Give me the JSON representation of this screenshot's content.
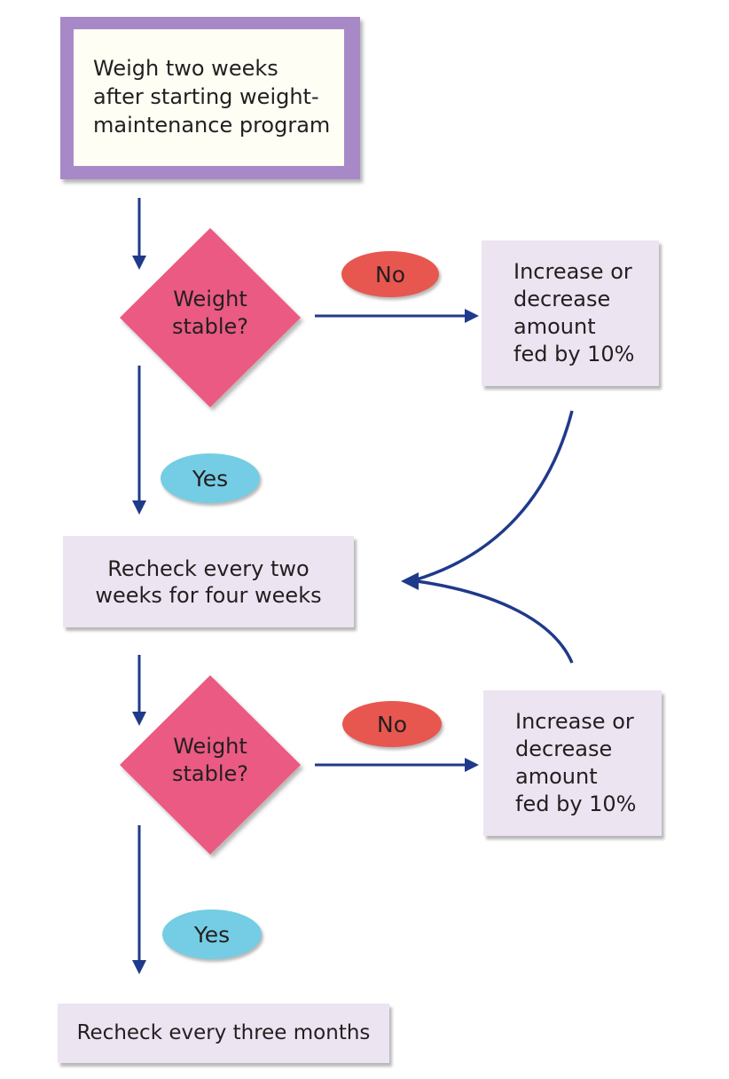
{
  "colors": {
    "start_border": "#a889c8",
    "start_fill": "#fefef4",
    "process_fill": "#ece4f1",
    "decision_fill": "#ea5a83",
    "no_pill": "#e8574f",
    "yes_pill": "#74cde4",
    "arrow": "#1f3a8a"
  },
  "nodes": {
    "start": "Weigh two weeks\nafter starting weight-\nmaintenance program",
    "decision1": "Weight\nstable?",
    "adjust1": "Increase or\ndecrease\namount\nfed by 10%",
    "recheck_two_weeks": "Recheck every two\nweeks for four weeks",
    "decision2": "Weight\nstable?",
    "adjust2": "Increase or\ndecrease\namount\nfed by 10%",
    "recheck_three_months": "Recheck every three months"
  },
  "labels": {
    "no1": "No",
    "yes1": "Yes",
    "no2": "No",
    "yes2": "Yes"
  }
}
